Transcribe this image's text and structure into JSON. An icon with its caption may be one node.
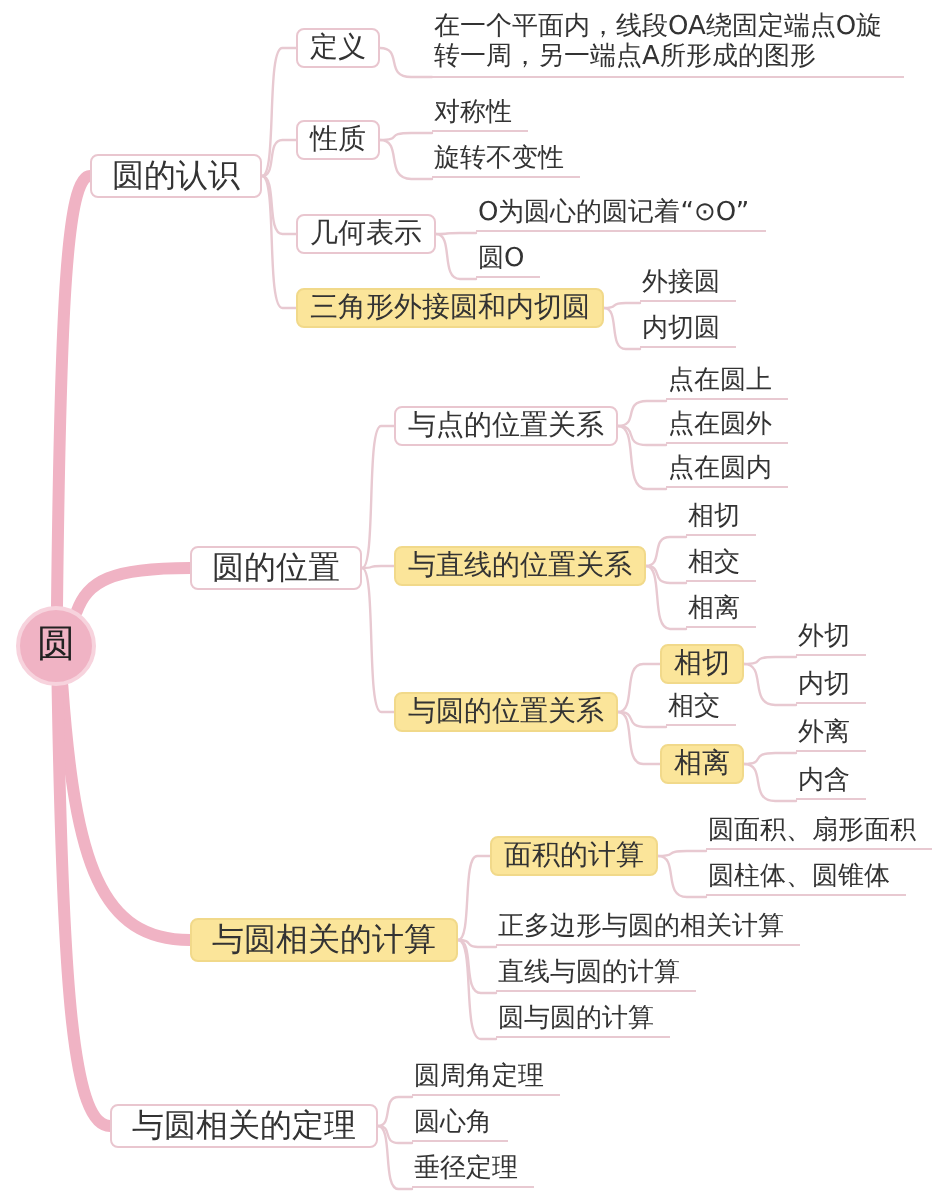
{
  "diagram": {
    "nodes": [
      {
        "text": [
          "圆"
        ]
      },
      {
        "text": [
          "圆的认识"
        ]
      },
      {
        "text": [
          "定义"
        ]
      },
      {
        "text": [
          "在一个平面内，线段OA绕固定端点O旋转一周，另一端点A所形成的图形"
        ]
      },
      {
        "text": [
          "性质"
        ]
      },
      {
        "text": [
          "对称性"
        ]
      },
      {
        "text": [
          "旋转不变性"
        ]
      },
      {
        "text": [
          "几何表示"
        ]
      },
      {
        "text": [
          "O为圆心的圆记着“⊙O”"
        ]
      },
      {
        "text": [
          "圆O"
        ]
      },
      {
        "text": [
          "三角形外接圆和内切圆"
        ]
      },
      {
        "text": [
          "外接圆"
        ]
      },
      {
        "text": [
          "内切圆"
        ]
      },
      {
        "text": [
          "圆的位置"
        ]
      },
      {
        "text": [
          "与点的位置关系"
        ]
      },
      {
        "text": [
          "点在圆上"
        ]
      },
      {
        "text": [
          "点在圆外"
        ]
      },
      {
        "text": [
          "点在圆内"
        ]
      },
      {
        "text": [
          "与直线的位置关系"
        ]
      },
      {
        "text": [
          "相切"
        ]
      },
      {
        "text": [
          "相交"
        ]
      },
      {
        "text": [
          "相离"
        ]
      },
      {
        "text": [
          "与圆的位置关系"
        ]
      },
      {
        "text": [
          "相切"
        ]
      },
      {
        "text": [
          "相交"
        ]
      },
      {
        "text": [
          "相离"
        ]
      },
      {
        "text": [
          "外切"
        ]
      },
      {
        "text": [
          "内切"
        ]
      },
      {
        "text": [
          "外离"
        ]
      },
      {
        "text": [
          "内含"
        ]
      },
      {
        "text": [
          "与圆相关的计算"
        ]
      },
      {
        "text": [
          "面积的计算"
        ]
      },
      {
        "text": [
          "圆面积、扇形面积"
        ]
      },
      {
        "text": [
          "圆柱体、圆锥体"
        ]
      },
      {
        "text": [
          "正多边形与圆的相关计算"
        ]
      },
      {
        "text": [
          "直线与圆的计算"
        ]
      },
      {
        "text": [
          "圆与圆的计算"
        ]
      },
      {
        "text": [
          "与圆相关的定理"
        ]
      },
      {
        "text": [
          "圆周角定理"
        ]
      },
      {
        "text": [
          "圆心角"
        ]
      },
      {
        "text": [
          "垂径定理"
        ]
      }
    ],
    "edges": [
      {
        "from": 0,
        "to": 1,
        "arrow": "none",
        "style": "thick"
      },
      {
        "from": 1,
        "to": 2,
        "arrow": "none"
      },
      {
        "from": 2,
        "to": 3,
        "arrow": "none"
      },
      {
        "from": 1,
        "to": 4,
        "arrow": "none"
      },
      {
        "from": 4,
        "to": 5,
        "arrow": "none"
      },
      {
        "from": 4,
        "to": 6,
        "arrow": "none"
      },
      {
        "from": 1,
        "to": 7,
        "arrow": "none"
      },
      {
        "from": 7,
        "to": 8,
        "arrow": "none"
      },
      {
        "from": 7,
        "to": 9,
        "arrow": "none"
      },
      {
        "from": 1,
        "to": 10,
        "arrow": "none"
      },
      {
        "from": 10,
        "to": 11,
        "arrow": "none"
      },
      {
        "from": 10,
        "to": 12,
        "arrow": "none"
      },
      {
        "from": 0,
        "to": 13,
        "arrow": "none",
        "style": "thick"
      },
      {
        "from": 13,
        "to": 14,
        "arrow": "none"
      },
      {
        "from": 14,
        "to": 15,
        "arrow": "none"
      },
      {
        "from": 14,
        "to": 16,
        "arrow": "none"
      },
      {
        "from": 14,
        "to": 17,
        "arrow": "none"
      },
      {
        "from": 13,
        "to": 18,
        "arrow": "none"
      },
      {
        "from": 18,
        "to": 19,
        "arrow": "none"
      },
      {
        "from": 18,
        "to": 20,
        "arrow": "none"
      },
      {
        "from": 18,
        "to": 21,
        "arrow": "none"
      },
      {
        "from": 13,
        "to": 22,
        "arrow": "none"
      },
      {
        "from": 22,
        "to": 23,
        "arrow": "none"
      },
      {
        "from": 22,
        "to": 24,
        "arrow": "none"
      },
      {
        "from": 22,
        "to": 25,
        "arrow": "none"
      },
      {
        "from": 23,
        "to": 26,
        "arrow": "none"
      },
      {
        "from": 23,
        "to": 27,
        "arrow": "none"
      },
      {
        "from": 25,
        "to": 28,
        "arrow": "none"
      },
      {
        "from": 25,
        "to": 29,
        "arrow": "none"
      },
      {
        "from": 0,
        "to": 30,
        "arrow": "none",
        "style": "thick"
      },
      {
        "from": 30,
        "to": 31,
        "arrow": "none"
      },
      {
        "from": 31,
        "to": 32,
        "arrow": "none"
      },
      {
        "from": 31,
        "to": 33,
        "arrow": "none"
      },
      {
        "from": 30,
        "to": 34,
        "arrow": "none"
      },
      {
        "from": 30,
        "to": 35,
        "arrow": "none"
      },
      {
        "from": 30,
        "to": 36,
        "arrow": "none"
      },
      {
        "from": 0,
        "to": 37,
        "arrow": "none",
        "style": "thick"
      },
      {
        "from": 37,
        "to": 38,
        "arrow": "none"
      },
      {
        "from": 37,
        "to": 39,
        "arrow": "none"
      },
      {
        "from": 37,
        "to": 40,
        "arrow": "none"
      }
    ]
  }
}
